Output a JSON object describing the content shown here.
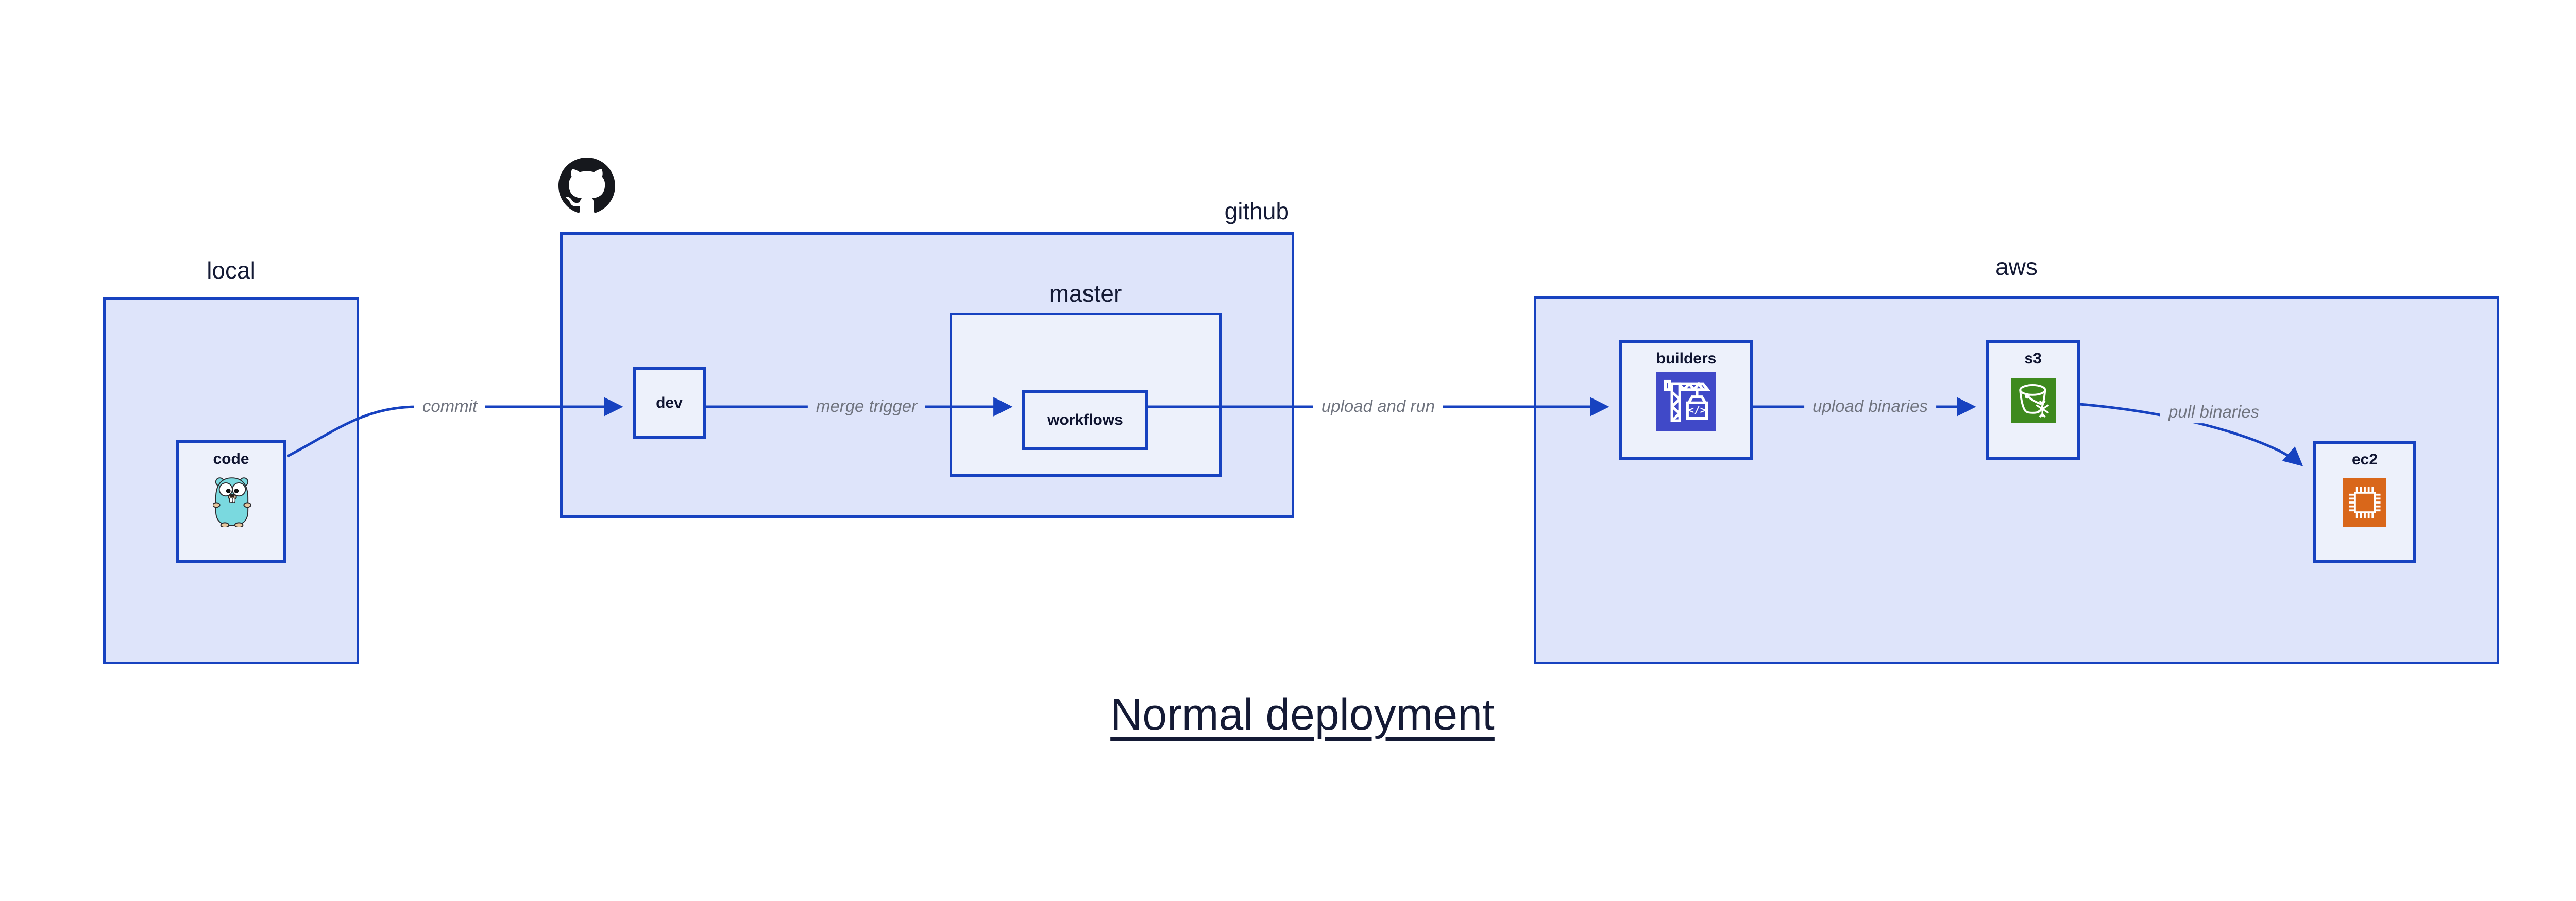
{
  "title": {
    "text": "Normal deployment"
  },
  "groups": {
    "local": {
      "label": "local"
    },
    "github": {
      "label": "github",
      "icon": "github-octocat-icon"
    },
    "master": {
      "label": "master"
    },
    "aws": {
      "label": "aws"
    }
  },
  "nodes": {
    "code": {
      "label": "code",
      "icon": "go-gopher-icon"
    },
    "dev": {
      "label": "dev"
    },
    "workflows": {
      "label": "workflows"
    },
    "builders": {
      "label": "builders",
      "icon": "aws-codebuild-crane-icon"
    },
    "s3": {
      "label": "s3",
      "icon": "aws-s3-bucket-snowflake-icon"
    },
    "ec2": {
      "label": "ec2",
      "icon": "aws-ec2-chip-icon"
    }
  },
  "edges": [
    {
      "from": "code",
      "to": "dev",
      "label": "commit"
    },
    {
      "from": "dev",
      "to": "workflows",
      "label": "merge trigger"
    },
    {
      "from": "workflows",
      "to": "builders",
      "label": "upload and run"
    },
    {
      "from": "builders",
      "to": "s3",
      "label": "upload binaries"
    },
    {
      "from": "s3",
      "to": "ec2",
      "label": "pull binaries"
    }
  ],
  "colors": {
    "group_fill": "#dee4fa",
    "node_fill": "#edf1fb",
    "stroke_blue": "#1742c0",
    "edge_label_gray": "#70747f",
    "dark_text": "#141a35",
    "codebuild_indigo": "#4049c8",
    "s3_green": "#3e8a1e",
    "ec2_orange": "#d9671a",
    "gopher_teal": "#7ad9df",
    "octocat_black": "#16181d"
  }
}
